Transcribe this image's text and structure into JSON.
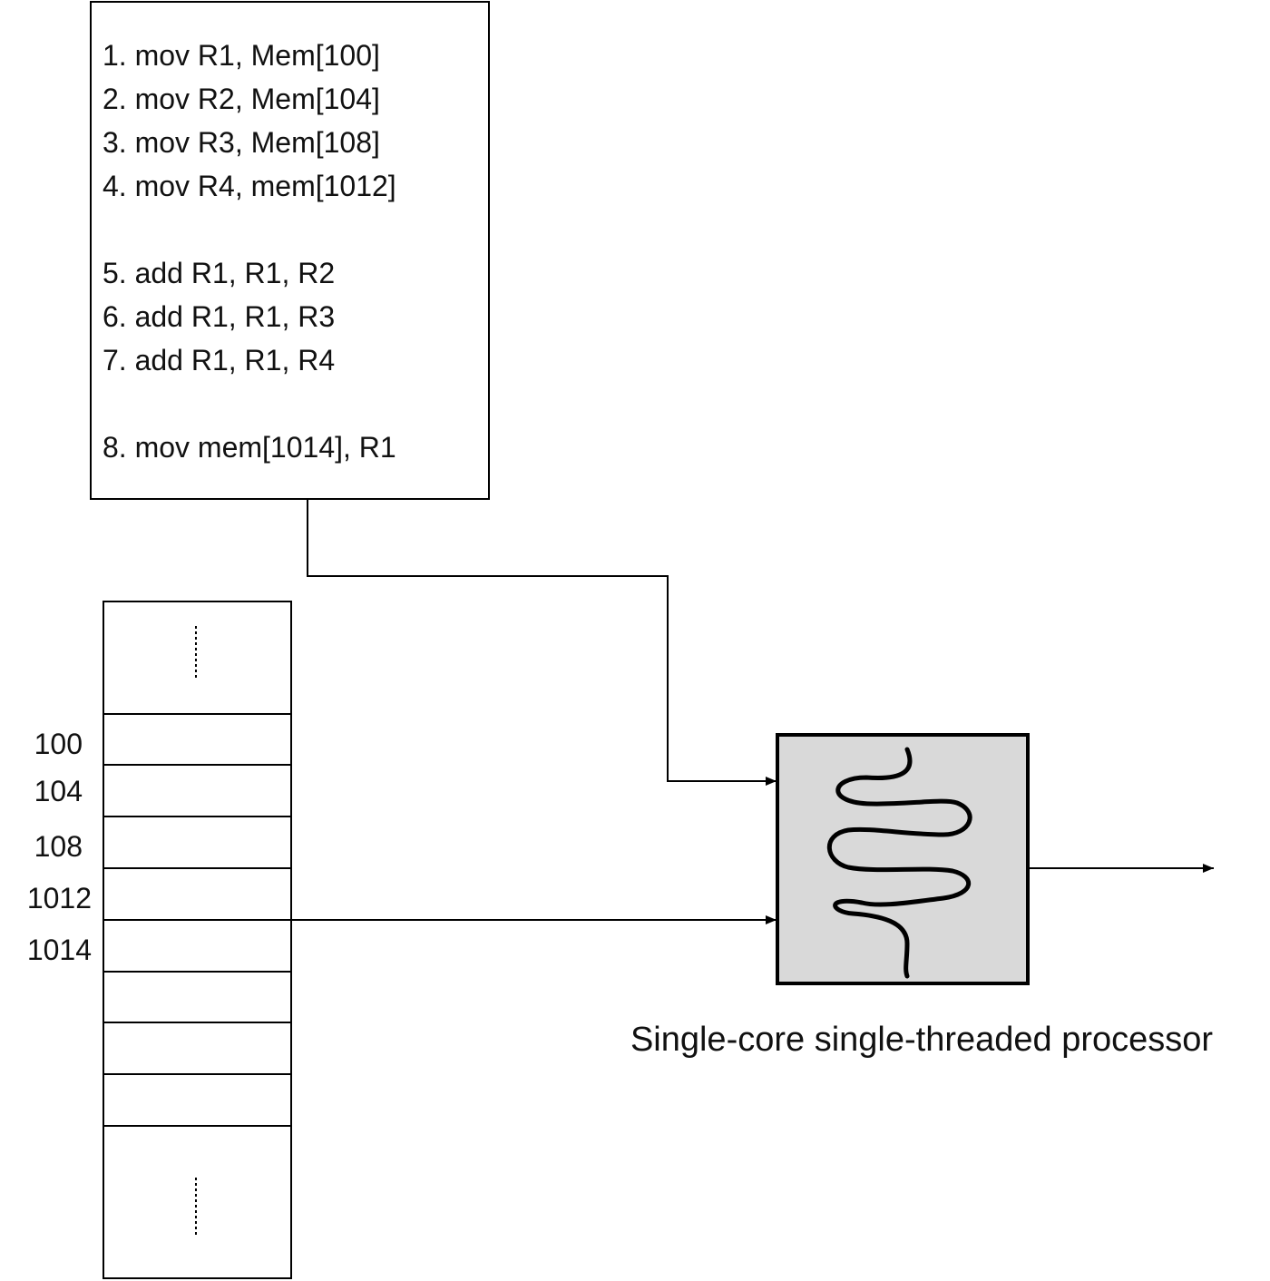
{
  "program": {
    "instructions": [
      "1. mov R1, Mem[100]",
      "2. mov R2, Mem[104]",
      "3. mov R3, Mem[108]",
      "4. mov R4, mem[1012]",
      "5. add R1, R1, R2",
      "6. add R1, R1, R3",
      "7. add R1, R1, R4",
      "8. mov mem[1014], R1"
    ]
  },
  "memory": {
    "addresses": [
      "100",
      "104",
      "108",
      "1012",
      "1014"
    ]
  },
  "processor": {
    "caption": "Single-core single-threaded processor",
    "colors": {
      "fill": "#d9d9d9",
      "stroke": "#000000"
    },
    "icon": "thread-squiggle-icon"
  }
}
